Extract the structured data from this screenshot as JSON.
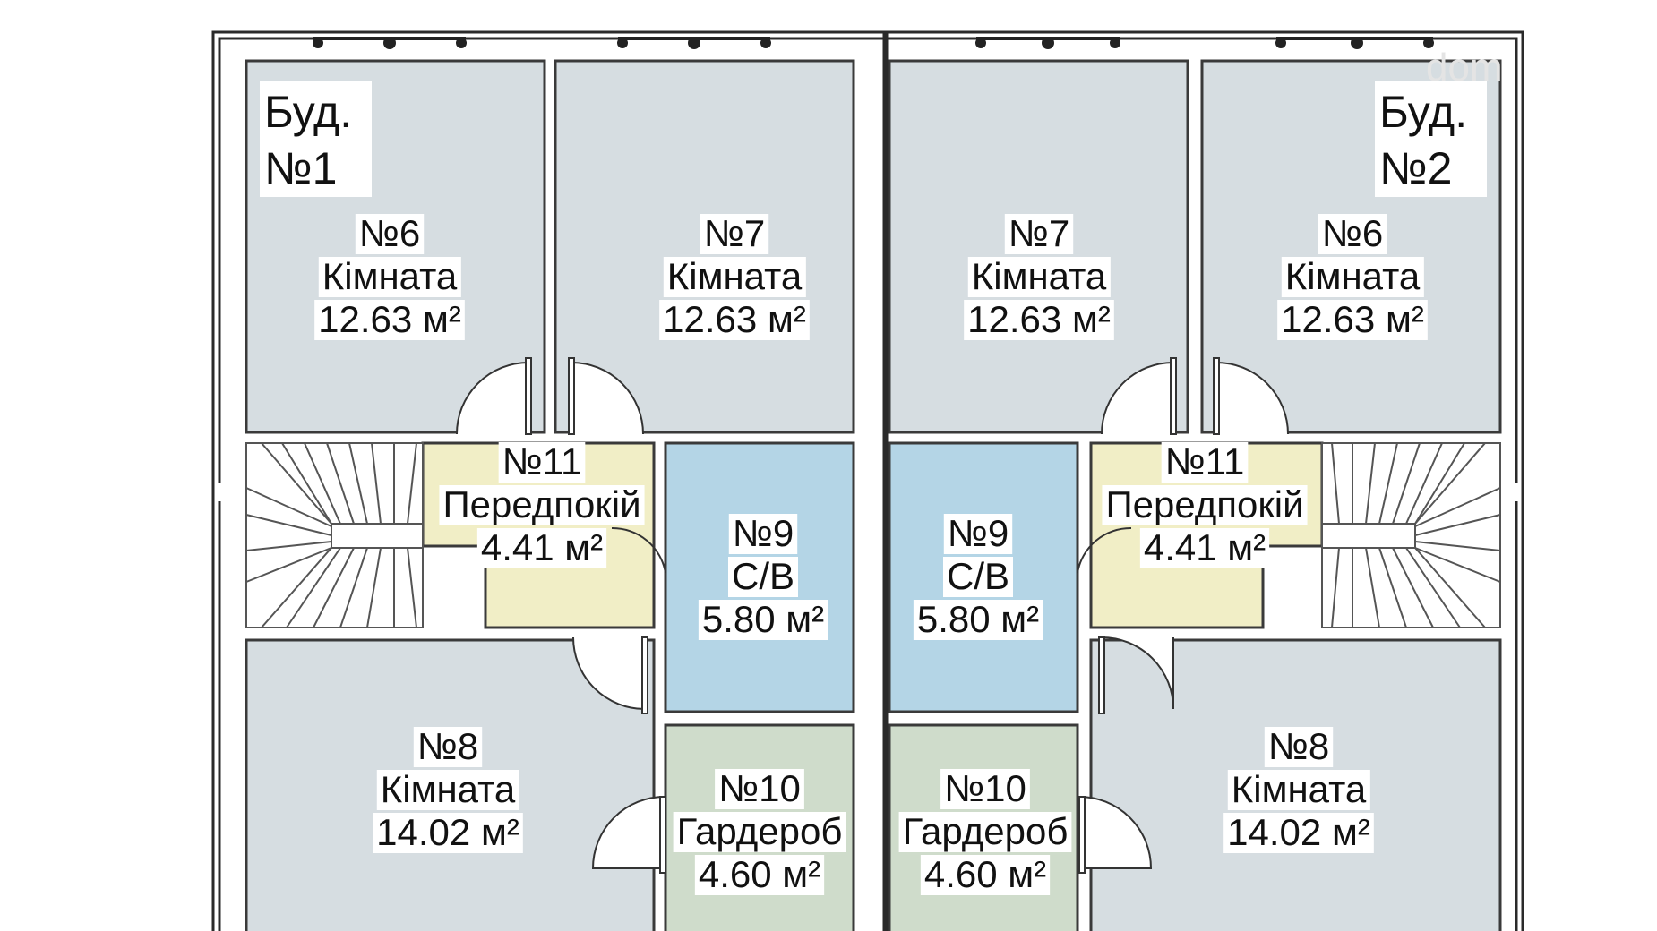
{
  "buildings": [
    {
      "line1": "Буд.",
      "line2": "№1"
    },
    {
      "line1": "Буд.",
      "line2": "№2"
    }
  ],
  "rooms": [
    {
      "num": "№6",
      "name": "Кімната",
      "area": "12.63 м²",
      "fill": "#d6dde1"
    },
    {
      "num": "№7",
      "name": "Кімната",
      "area": "12.63 м²",
      "fill": "#d6dde1"
    },
    {
      "num": "№7",
      "name": "Кімната",
      "area": "12.63 м²",
      "fill": "#d6dde1"
    },
    {
      "num": "№6",
      "name": "Кімната",
      "area": "12.63 м²",
      "fill": "#d6dde1"
    },
    {
      "num": "№11",
      "name": "Передпокій",
      "area": "4.41 м²",
      "fill": "#f1eec6"
    },
    {
      "num": "№9",
      "name": "С/В",
      "area": "5.80 м²",
      "fill": "#b4d5e6"
    },
    {
      "num": "№9",
      "name": "С/В",
      "area": "5.80 м²",
      "fill": "#b4d5e6"
    },
    {
      "num": "№11",
      "name": "Передпокій",
      "area": "4.41 м²",
      "fill": "#f1eec6"
    },
    {
      "num": "№8",
      "name": "Кімната",
      "area": "14.02 м²",
      "fill": "#d6dde1"
    },
    {
      "num": "№10",
      "name": "Гардероб",
      "area": "4.60 м²",
      "fill": "#cfdccb"
    },
    {
      "num": "№10",
      "name": "Гардероб",
      "area": "4.60 м²",
      "fill": "#cfdccb"
    },
    {
      "num": "№8",
      "name": "Кімната",
      "area": "14.02 м²",
      "fill": "#d6dde1"
    }
  ],
  "colors": {
    "wall": "#2a2a2a",
    "stairs": "#ffffff"
  },
  "watermark": "dom"
}
